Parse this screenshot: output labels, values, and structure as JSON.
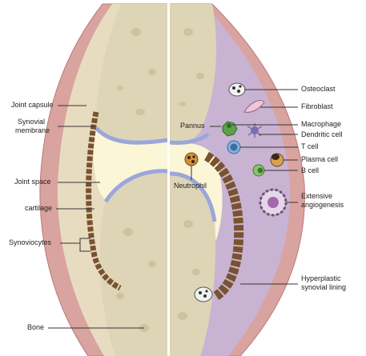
{
  "labels": {
    "left": {
      "joint_capsule": "Joint capsule",
      "synovial_membrane_1": "Synovial",
      "synovial_membrane_2": "membrane",
      "joint_space": "Joint space",
      "cartilage": "cartilage",
      "synoviocytes": "Synoviocytes",
      "bone": "Bone"
    },
    "middle": {
      "pannus": "Pannus",
      "neutrophil": "Neutrophil"
    },
    "right": {
      "osteoclast": "Osteoclast",
      "fibroblast": "Fibroblast",
      "macrophage": "Macrophage",
      "dendritic_cell": "Dendritic cell",
      "t_cell": "T cell",
      "plasma_cell": "Plasma cell",
      "b_cell": "B cell",
      "extensive_angiogenesis_1": "Extensive",
      "extensive_angiogenesis_2": "angiogenesis",
      "hyperplastic_lining_1": "Hyperplastic",
      "hyperplastic_lining_2": "synovial lining"
    }
  },
  "colors": {
    "capsule": "#d9a3a0",
    "capsule_stroke": "#b87a78",
    "bone": "#ddd5b6",
    "bone_spot": "#cdc3a0",
    "synovium": "#c9b3d3",
    "joint_space": "#fbf6d6",
    "cartilage": "#9aa6dc",
    "synoviocyte": "#7a5230",
    "divider": "#ffffff"
  }
}
